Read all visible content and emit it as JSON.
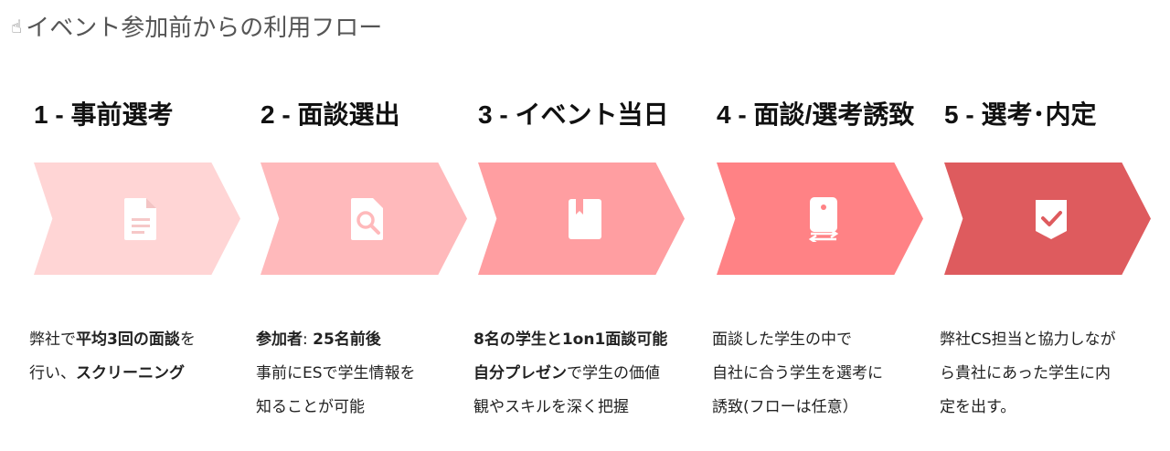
{
  "page": {
    "title": "イベント参加前からの利用フロー",
    "title_icon": "pointing-hand-icon"
  },
  "steps": [
    {
      "label": "1 - 事前選考",
      "color": "#ffd5d5",
      "icon": "document-icon",
      "desc": [
        [
          {
            "t": "弊社で",
            "b": false
          },
          {
            "t": "平均3回の面談",
            "b": true
          },
          {
            "t": "を",
            "b": false
          }
        ],
        [
          {
            "t": "行い、",
            "b": false
          },
          {
            "t": "スクリーニング",
            "b": true
          }
        ]
      ]
    },
    {
      "label": "2 - 面談選出",
      "color": "#ffb9bb",
      "icon": "file-search-icon",
      "desc": [
        [
          {
            "t": "参加者",
            "b": true
          },
          {
            "t": ": ",
            "b": false
          },
          {
            "t": "25名前後",
            "b": true
          }
        ],
        [
          {
            "t": "事前にESで学生情報を",
            "b": false
          }
        ],
        [
          {
            "t": "知ることが可能",
            "b": false
          }
        ]
      ]
    },
    {
      "label": "3 - イベント当日",
      "color": "#ff9ea1",
      "icon": "book-icon",
      "desc": [
        [
          {
            "t": "8名の学生と1on1面談可能",
            "b": true
          }
        ],
        [
          {
            "t": "自分プレゼン",
            "b": true
          },
          {
            "t": "で学生の価値",
            "b": false
          }
        ],
        [
          {
            "t": "観やスキルを深く把握",
            "b": false
          }
        ]
      ]
    },
    {
      "label": "4 - 面談/選考誘致",
      "color": "#ff8285",
      "icon": "phone-transfer-icon",
      "desc": [
        [
          {
            "t": "面談した学生の中で",
            "b": false
          }
        ],
        [
          {
            "t": "自社に合う学生を選考に",
            "b": false
          }
        ],
        [
          {
            "t": "誘致(フローは任意）",
            "b": false
          }
        ]
      ]
    },
    {
      "label": "5 - 選考･内定",
      "color": "#de5b5e",
      "icon": "shield-check-icon",
      "desc": [
        [
          {
            "t": "弊社CS担当と協力しなが",
            "b": false
          }
        ],
        [
          {
            "t": "ら貴社にあった学生に内",
            "b": false
          }
        ],
        [
          {
            "t": "定を出す。",
            "b": false
          }
        ]
      ]
    }
  ]
}
